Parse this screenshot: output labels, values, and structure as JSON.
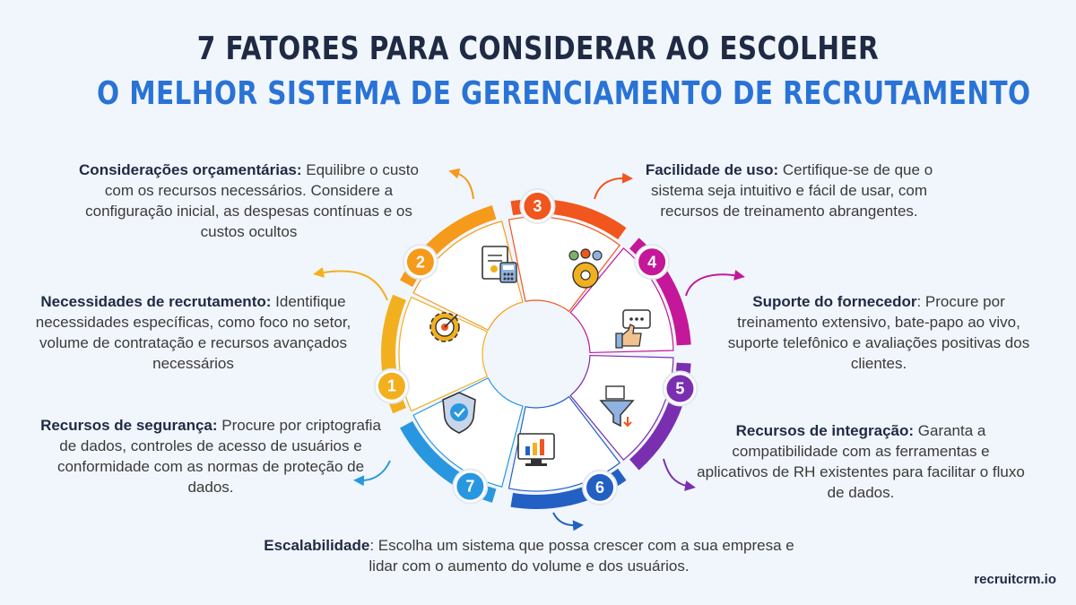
{
  "title": {
    "line1": "7 FATORES PARA CONSIDERAR AO ESCOLHER",
    "line2": "O MELHOR SISTEMA DE GERENCIAMENTO DE RECRUTAMENTO"
  },
  "factors": [
    {
      "number": "1",
      "heading": "Necessidades de recrutamento:",
      "text": "Identifique necessidades específicas, como foco no setor, volume de contratação e recursos avançados necessários",
      "color": "#f2b01e",
      "icon": "target-gear-icon"
    },
    {
      "number": "2",
      "heading": "Considerações orçamentárias:",
      "text": "Equilibre o custo com os recursos necessários. Considere a configuração inicial, as despesas contínuas e os custos ocultos",
      "color": "#f59a1b",
      "icon": "calculator-document-icon"
    },
    {
      "number": "3",
      "heading": "Facilidade de uso:",
      "text": "Certifique-se de que o sistema seja intuitivo e fácil de usar, com recursos de treinamento abrangentes.",
      "color": "#f0561d",
      "icon": "team-gear-icon"
    },
    {
      "number": "4",
      "heading": "Suporte do fornecedor",
      "text": ": Procure por treinamento extensivo, bate-papo ao vivo, suporte telefônico e avaliações positivas dos clientes.",
      "color": "#c4179a",
      "icon": "chat-thumbs-up-icon"
    },
    {
      "number": "5",
      "heading": "Recursos de integração:",
      "text": "Garanta a compatibilidade com as ferramentas e aplicativos de RH existentes para facilitar o fluxo de dados.",
      "color": "#7a2fb0",
      "icon": "funnel-icon"
    },
    {
      "number": "6",
      "heading": "Escalabilidade",
      "text": ": Escolha um sistema que possa crescer com a sua empresa e lidar com o aumento do volume e dos usuários.",
      "color": "#2260c4",
      "icon": "growth-monitor-icon"
    },
    {
      "number": "7",
      "heading": "Recursos de segurança:",
      "text": "Procure por criptografia de dados, controles de acesso de usuários e conformidade com as normas de proteção de dados.",
      "color": "#2997e0",
      "icon": "shield-check-icon"
    }
  ],
  "brand": "recruitcrm.io"
}
